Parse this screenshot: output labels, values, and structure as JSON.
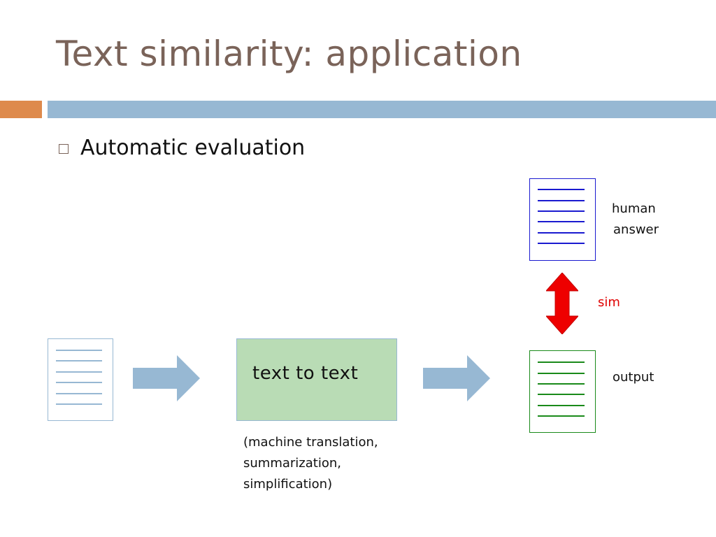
{
  "slide": {
    "title": "Text similarity: application",
    "bullet": "Automatic evaluation"
  },
  "diagram": {
    "process_label": "text to text",
    "process_examples": [
      "(machine translation,",
      "summarization,",
      "simplification)"
    ],
    "human_answer_label": [
      "human",
      "answer"
    ],
    "output_label": "output",
    "similarity_label": "sim",
    "nodes": [
      "input-document",
      "text-to-text-process",
      "output-document",
      "human-answer-document"
    ],
    "edges": [
      {
        "from": "input-document",
        "to": "text-to-text-process"
      },
      {
        "from": "text-to-text-process",
        "to": "output-document"
      },
      {
        "from": "output-document",
        "to": "human-answer-document",
        "bidirectional": true,
        "label": "sim"
      }
    ]
  },
  "colors": {
    "title": "#7a6359",
    "accent_orange": "#de8a4c",
    "accent_blue": "#97b8d3",
    "process_fill": "#b9dcb5",
    "human_doc": "#1a1ad0",
    "output_doc": "#1a8a1a",
    "sim_arrow": "#e00000"
  }
}
